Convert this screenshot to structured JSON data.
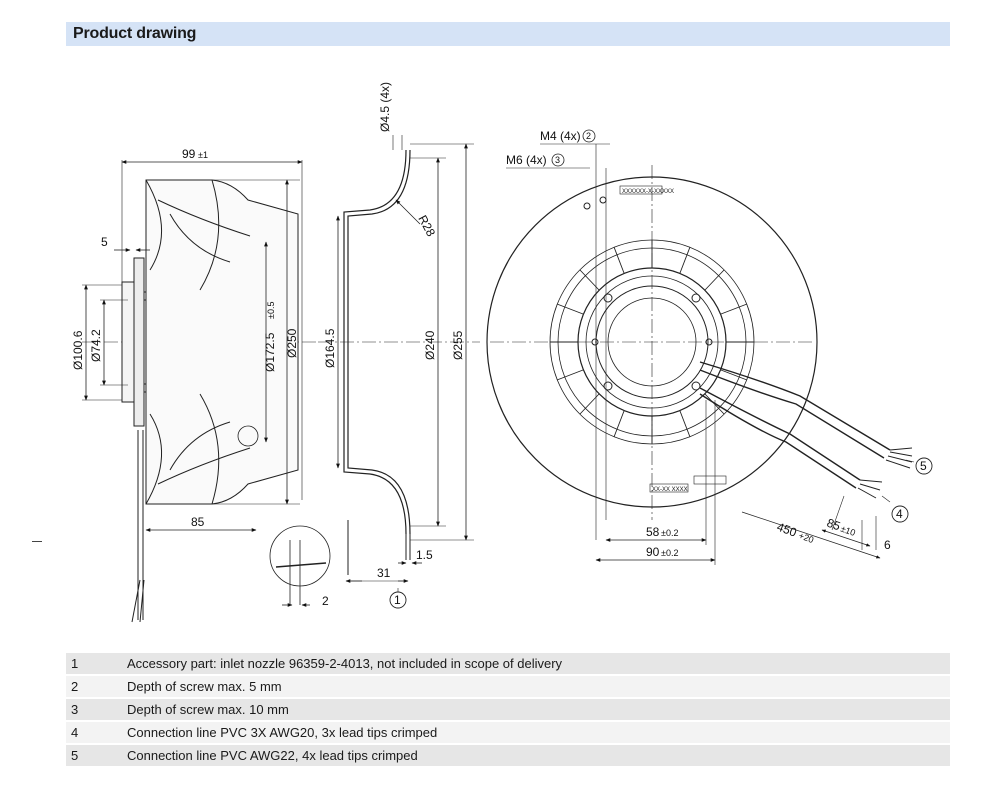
{
  "header": {
    "title": "Product drawing"
  },
  "dimensions": {
    "side": {
      "overall_depth": "99",
      "overall_depth_tol": "±1",
      "flange_offset": "5",
      "depth_85": "85",
      "diameter_100_6": "Ø100.6",
      "diameter_74_2": "Ø74.2",
      "diameter_172_5": "Ø172.5",
      "diameter_172_5_tol": "±0.5",
      "diameter_250": "Ø250",
      "detail_2": "2"
    },
    "nozzle": {
      "hole": "Ø4.5 (4x)",
      "radius": "R28",
      "diameter_164_5": "Ø164.5",
      "diameter_240": "Ø240",
      "diameter_255": "Ø255",
      "width_31": "31",
      "thickness_1_5": "1.5"
    },
    "front": {
      "m4_label": "M4 (4x)",
      "m6_label": "M6 (4x)",
      "spacing_58": "58",
      "spacing_58_tol": "±0.2",
      "spacing_90": "90",
      "spacing_90_tol": "±0.2",
      "lead_length_450": "450",
      "lead_length_450_tol": "+20",
      "lead_length_85": "85",
      "lead_length_85_tol": "±10",
      "strip_6": "6",
      "label_sticker": "XXXXXX-X-XXXXX",
      "date_code": "XX-XX XXXX"
    },
    "callouts": [
      "1",
      "2",
      "3",
      "4",
      "5"
    ]
  },
  "notes": [
    {
      "num": "1",
      "text": "Accessory part: inlet nozzle 96359-2-4013, not included in scope of delivery"
    },
    {
      "num": "2",
      "text": "Depth of screw max. 5 mm"
    },
    {
      "num": "3",
      "text": "Depth of screw max. 10 mm"
    },
    {
      "num": "4",
      "text": "Connection line PVC 3X AWG20, 3x lead tips crimped"
    },
    {
      "num": "5",
      "text": "Connection line PVC AWG22, 4x lead tips crimped"
    }
  ]
}
